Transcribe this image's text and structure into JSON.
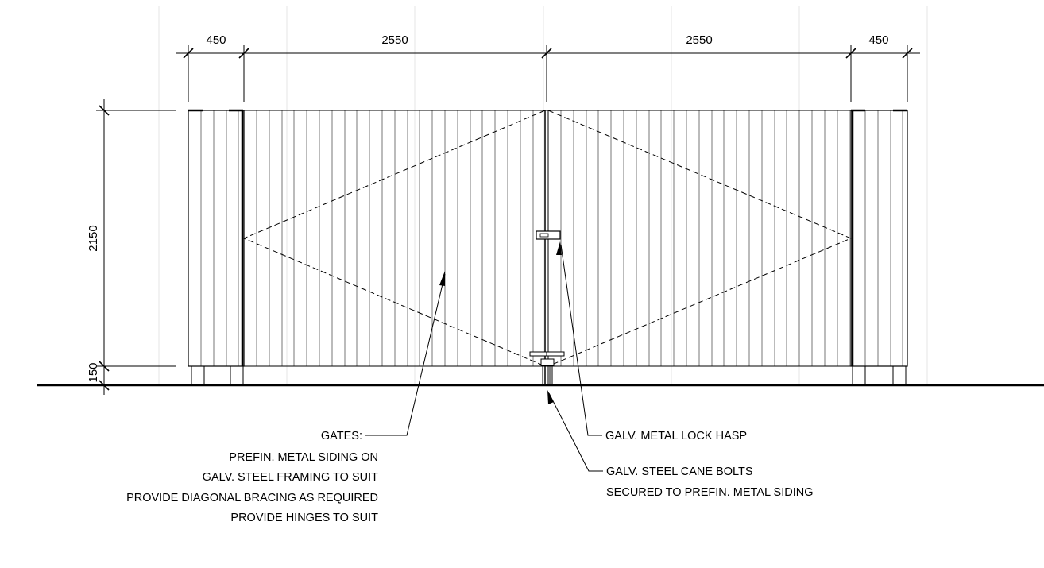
{
  "dimensions": {
    "left_post_width": "450",
    "left_gate_width": "2550",
    "right_gate_width": "2550",
    "right_post_width": "450",
    "height": "2150",
    "ground_clearance": "150"
  },
  "notes": {
    "gates": {
      "title": "GATES:",
      "lines": [
        "PREFIN. METAL SIDING ON",
        "GALV. STEEL FRAMING TO SUIT",
        "PROVIDE DIAGONAL BRACING AS REQUIRED",
        "PROVIDE HINGES TO SUIT"
      ]
    },
    "lock_hasp": "GALV. METAL LOCK HASP",
    "cane_bolts": [
      "GALV. STEEL CANE BOLTS",
      "SECURED TO PREFIN. METAL SIDING"
    ]
  }
}
